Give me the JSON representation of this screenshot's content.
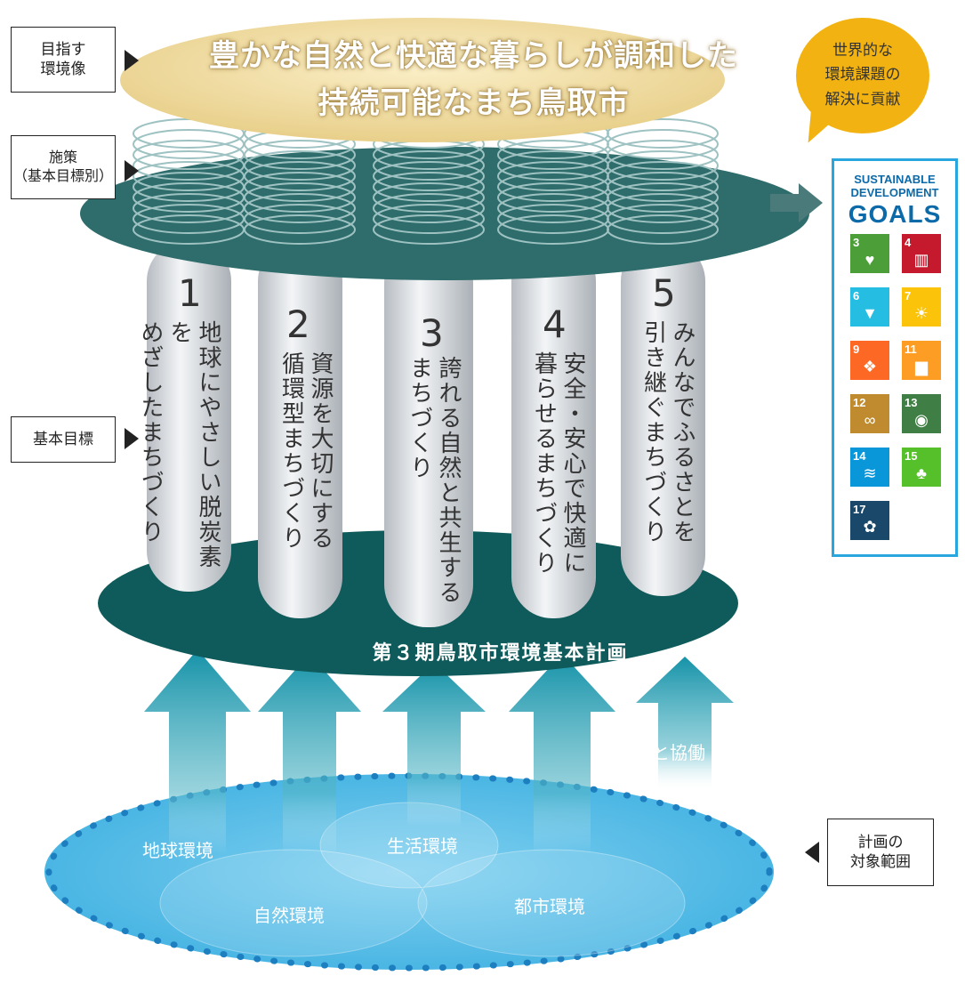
{
  "labels": {
    "vision": [
      "目指す",
      "環境像"
    ],
    "measures": [
      "施策",
      "（基本目標別）"
    ],
    "basic_goals": "基本目標",
    "scope": [
      "計画の",
      "対象範囲"
    ]
  },
  "vision_title": [
    "豊かな自然と快適な暮らしが調和した",
    "持続可能なまち鳥取市"
  ],
  "bubble": [
    "世界的な",
    "環境課題の",
    "解決に貢献"
  ],
  "sdgs": {
    "heading": [
      "SUSTAINABLE",
      "DEVELOPMENT",
      "GOALS"
    ],
    "tiles": [
      {
        "num": "3",
        "color": "#4c9f38",
        "icon": "heartbeat-icon",
        "glyph": "♥"
      },
      {
        "num": "4",
        "color": "#c5192d",
        "icon": "book-icon",
        "glyph": "▥"
      },
      {
        "num": "6",
        "color": "#26bde2",
        "icon": "water-icon",
        "glyph": "▼"
      },
      {
        "num": "7",
        "color": "#fcc30b",
        "icon": "sun-icon",
        "glyph": "☀"
      },
      {
        "num": "9",
        "color": "#fd6925",
        "icon": "cubes-icon",
        "glyph": "❖"
      },
      {
        "num": "11",
        "color": "#fd9d24",
        "icon": "city-icon",
        "glyph": "▆"
      },
      {
        "num": "12",
        "color": "#bf8b2e",
        "icon": "infinity-icon",
        "glyph": "∞"
      },
      {
        "num": "13",
        "color": "#3f7e44",
        "icon": "eye-icon",
        "glyph": "◉"
      },
      {
        "num": "14",
        "color": "#0a97d9",
        "icon": "fish-icon",
        "glyph": "≋"
      },
      {
        "num": "15",
        "color": "#56c02b",
        "icon": "tree-icon",
        "glyph": "♣"
      },
      {
        "num": "17",
        "color": "#19486a",
        "icon": "flower-icon",
        "glyph": "✿"
      }
    ]
  },
  "pillars": [
    {
      "num": "1",
      "text": [
        "地球にやさしい脱炭素を",
        "めざしたまちづくり"
      ]
    },
    {
      "num": "2",
      "text": [
        "資源を大切にする",
        "循環型まちづくり"
      ]
    },
    {
      "num": "3",
      "text": [
        "誇れる自然と共生する",
        "まちづくり"
      ]
    },
    {
      "num": "4",
      "text": [
        "安全・安心で快適に",
        "暮らせるまちづくり"
      ]
    },
    {
      "num": "5",
      "text": [
        "みんなでふるさとを",
        "引き継ぐまちづくり"
      ]
    }
  ],
  "plan_title": "第３期鳥取市環境基本計画",
  "participation": "参加と協働",
  "environments": {
    "global": "地球環境",
    "living": "生活環境",
    "nature": "自然環境",
    "urban": "都市環境"
  },
  "colors": {
    "teal_dark": "#0f5a5a",
    "teal_mid": "#2f6c6c",
    "arrow": "#1a9db0",
    "base_blue": "#4ab7e3",
    "dot_blue": "#1d7fc0",
    "vision_cream": "#f4e2b0",
    "bubble_yellow": "#f2b312"
  }
}
